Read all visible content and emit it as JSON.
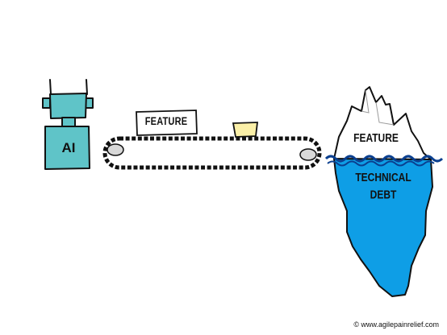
{
  "robot": {
    "label": "AI"
  },
  "conveyor": {
    "item_label": "FEATURE"
  },
  "iceberg": {
    "tip_label": "FEATURE",
    "base_label_line1": "TECHNICAL",
    "base_label_line2": "DEBT"
  },
  "footer": {
    "copyright": "© www.agilepainrelief.com"
  },
  "colors": {
    "robot_teal": "#5fc4c8",
    "water_blue": "#0e9ee6",
    "wave_dark": "#0a3f8f",
    "box_yellow": "#fbf0a8",
    "outline": "#111111"
  }
}
